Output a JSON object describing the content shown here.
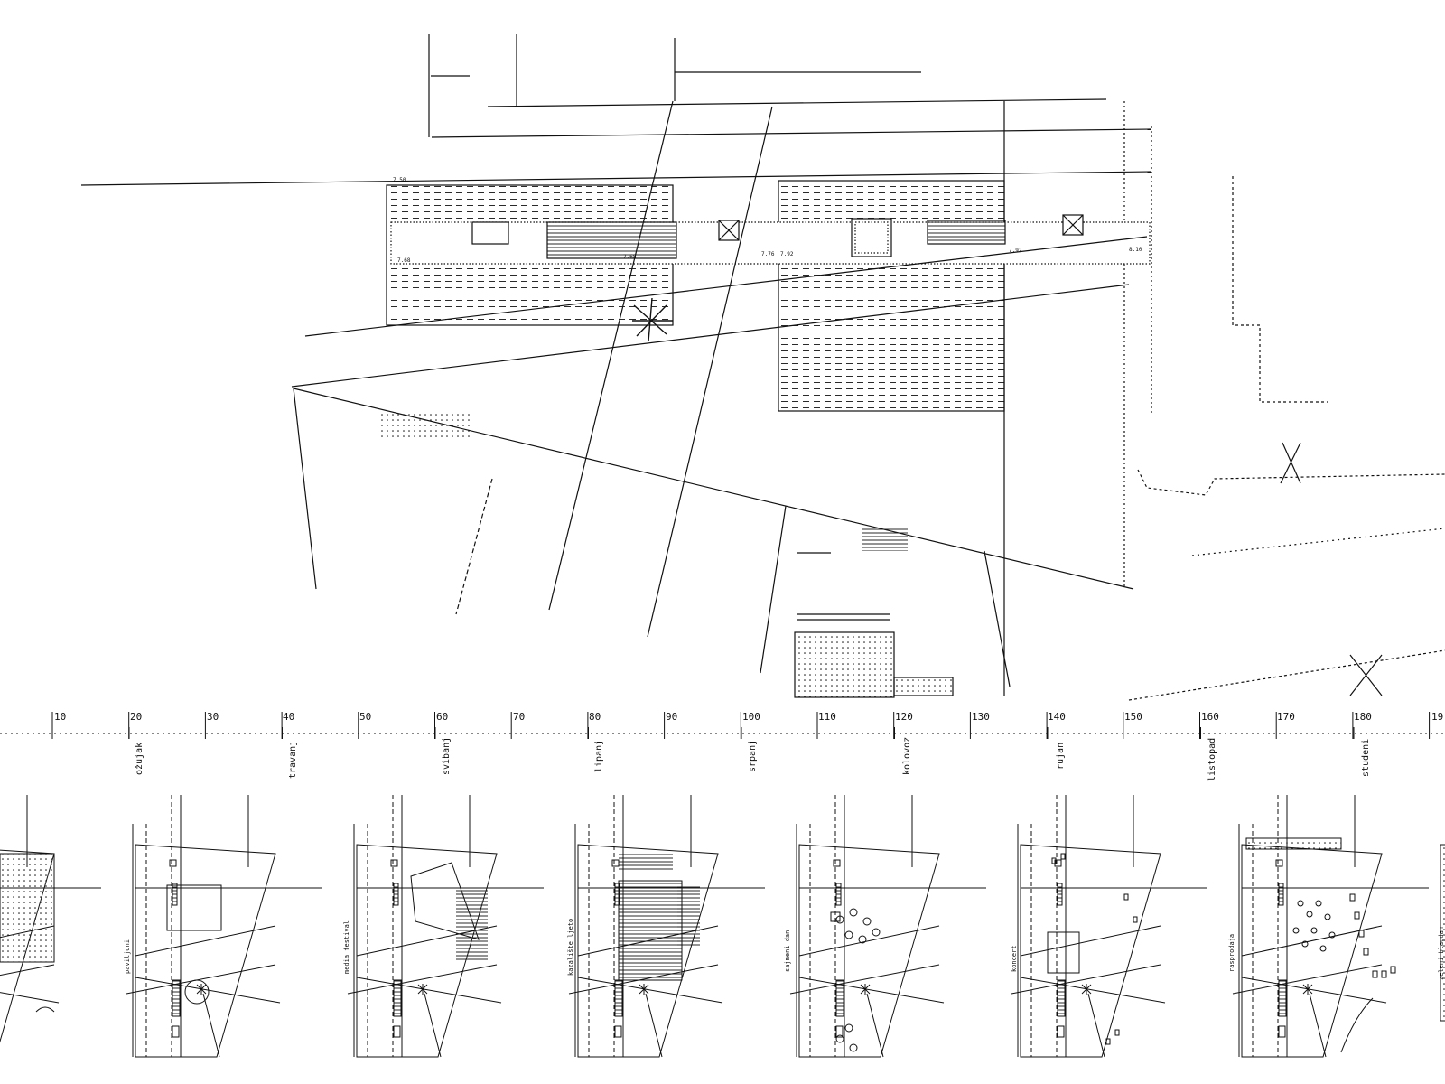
{
  "site_plan": {
    "levels": [
      "7.50",
      "7.68",
      "7.68",
      "7.76",
      "7.92",
      "7.92",
      "8.10"
    ],
    "ink_color": "#111111",
    "paper_color": "#ffffff"
  },
  "timeline": {
    "ticks": [
      "10",
      "20",
      "30",
      "40",
      "50",
      "60",
      "70",
      "80",
      "90",
      "100",
      "110",
      "120",
      "130",
      "140",
      "150",
      "160",
      "170",
      "180",
      "19"
    ],
    "months": [
      "ožujak",
      "travanj",
      "svibanj",
      "lipanj",
      "srpanj",
      "kolovoz",
      "rujan",
      "listopad",
      "studeni"
    ]
  },
  "scenarios": [
    {
      "label": ""
    },
    {
      "label": "paviljoni"
    },
    {
      "label": "media festival"
    },
    {
      "label": "kazalište ljeto"
    },
    {
      "label": "sajmeni dan"
    },
    {
      "label": "koncert"
    },
    {
      "label": "rasprodaja"
    },
    {
      "label": "zeleni blagdan"
    }
  ]
}
